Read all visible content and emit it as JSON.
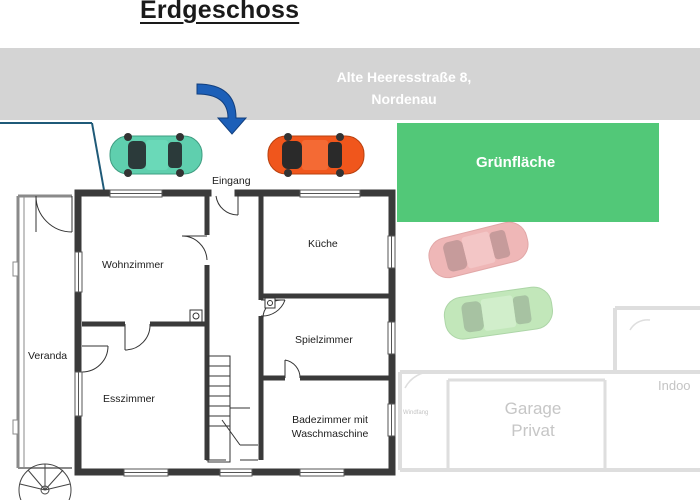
{
  "title": "Erdgeschoss",
  "address": {
    "line1": "Alte Heeresstraße 8,",
    "line2": "Nordenau"
  },
  "green_area": "Grünfläche",
  "entrance": "Eingang",
  "rooms": {
    "wohnzimmer": "Wohnzimmer",
    "esszimmer": "Esszimmer",
    "kueche": "Küche",
    "spielzimmer": "Spielzimmer",
    "badezimmer_line1": "Badezimmer mit",
    "badezimmer_line2": "Waschmaschine",
    "veranda": "Veranda"
  },
  "adjacent": {
    "garage_line1": "Garage",
    "garage_line2": "Privat",
    "indoor": "Indoo",
    "small_label": "Windfang"
  },
  "colors": {
    "wall": "#3a3a3a",
    "street": "#d4d4d4",
    "green_area": "#52c878",
    "arrow": "#1c5fb8",
    "car_teal": "#5fcfae",
    "car_orange": "#f0561c",
    "car_red_faded": "#eaa0a0",
    "car_green_faded": "#aee0a4"
  },
  "icons": {
    "arrow": "entrance-arrow-icon",
    "cars": "car-icon",
    "stairs": "staircase-icon",
    "spiral": "spiral-stair-icon"
  }
}
